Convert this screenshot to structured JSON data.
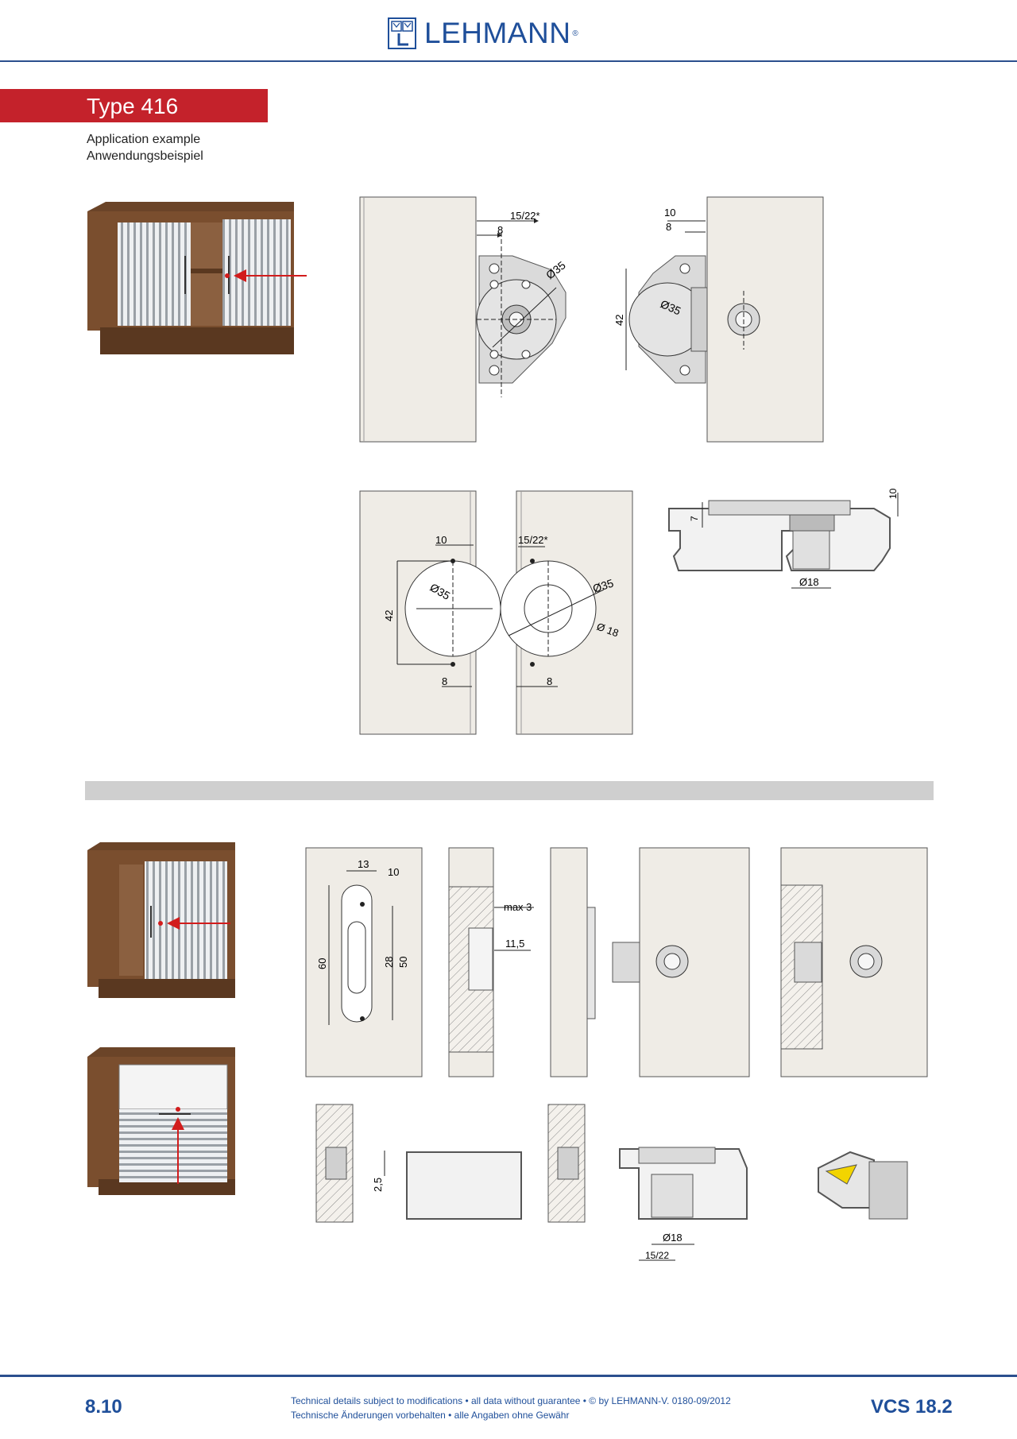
{
  "header": {
    "brand": "LEHMANN",
    "reg_mark": "®",
    "logo_mark": "LEHMANN logo emblem"
  },
  "type_title": "Type 416",
  "caption": {
    "en": "Application example",
    "de": "Anwendungsbeispiel"
  },
  "dims_top": {
    "d15_22s": "15/22*",
    "d8": "8",
    "d35": "Ø35",
    "d10": "10",
    "d42": "42",
    "d7": "7",
    "d18": "Ø18",
    "d18s": "Ø 18"
  },
  "dims_bottom": {
    "d13": "13",
    "d10": "10",
    "d60": "60",
    "d28": "28",
    "d50": "50",
    "max3": "max 3",
    "d11_5": "11,5",
    "d2_5": "2,5",
    "d18": "Ø18",
    "d15_22": "15/22"
  },
  "footer": {
    "page": "8.10",
    "line1": "Technical details subject to modifications • all data without guarantee • © by LEHMANN-V. 0180-09/2012",
    "line2": "Technische Änderungen vorbehalten • alle Angaben ohne Gewähr",
    "code": "VCS 18.2"
  },
  "colors": {
    "brand_blue": "#1f4f9a",
    "banner_red": "#c4222b",
    "panel": "#efece6",
    "wood": "#7a4e2e"
  }
}
